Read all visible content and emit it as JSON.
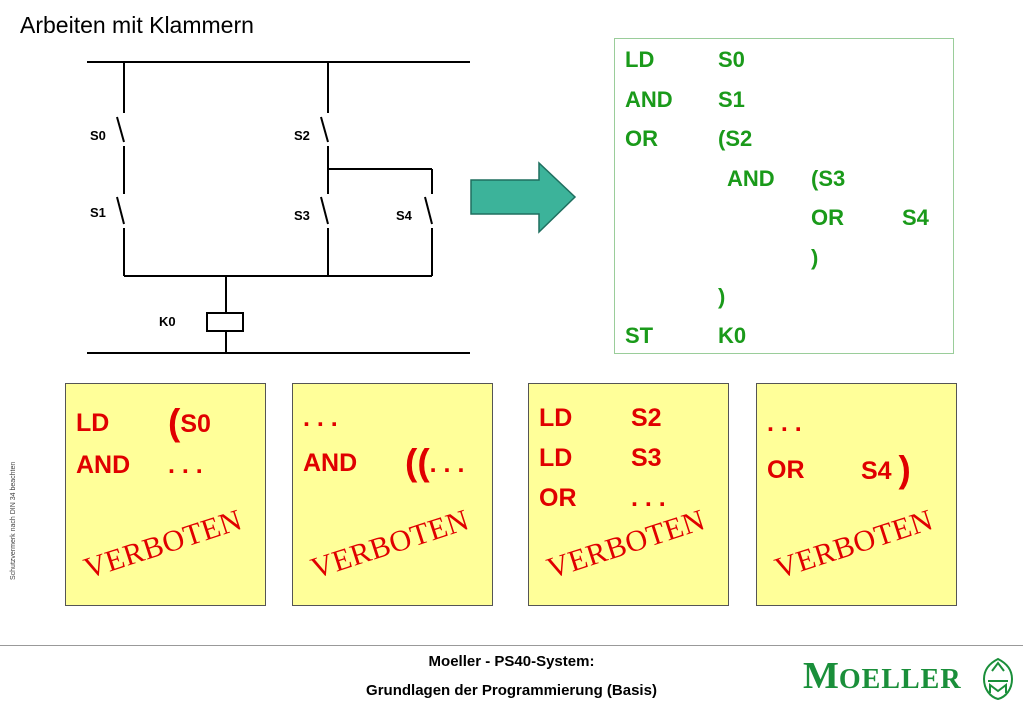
{
  "title": "Arbeiten mit Klammern",
  "diagram": {
    "contacts": [
      "S0",
      "S1",
      "S2",
      "S3",
      "S4"
    ],
    "coil": "K0",
    "arrow_color": "#3cb39a"
  },
  "code_box": {
    "lines": [
      {
        "op": "LD",
        "arg": "S0"
      },
      {
        "op": "AND",
        "arg": "S1"
      },
      {
        "op": "OR",
        "arg": "(S2"
      },
      {
        "op": "AND",
        "arg": "(S3"
      },
      {
        "op": "OR",
        "arg": "S4"
      },
      {
        "op": ")",
        "arg": ""
      },
      {
        "op": ")",
        "arg": ""
      },
      {
        "op": "ST",
        "arg": "K0"
      }
    ]
  },
  "forbidden_boxes": [
    {
      "l1a": "LD",
      "l1p": "(",
      "l1b": "S0",
      "l2a": "AND",
      "l2b": ". . .",
      "stamp": "VERBOTEN"
    },
    {
      "l1": ". . .",
      "l2a": "AND",
      "l2p": "((",
      "l2b": ". . .",
      "stamp": "VERBOTEN"
    },
    {
      "l1a": "LD",
      "l1b": "S2",
      "l2a": "LD",
      "l2b": "S3",
      "l3a": "OR",
      "l3b": ". . .",
      "stamp": "VERBOTEN"
    },
    {
      "l1": ". . .",
      "l2a": "OR",
      "l2b": "S4",
      "l2p": ")",
      "stamp": "VERBOTEN"
    }
  ],
  "side_note": "Schutzvermerk nach DIN 34 beachten",
  "footer": {
    "line1": "Moeller - PS40-System:",
    "line2": "Grundlagen der Programmierung (Basis)"
  },
  "logo": {
    "text_big": "M",
    "text_small": "OELLER",
    "color": "#1a8f3a"
  }
}
